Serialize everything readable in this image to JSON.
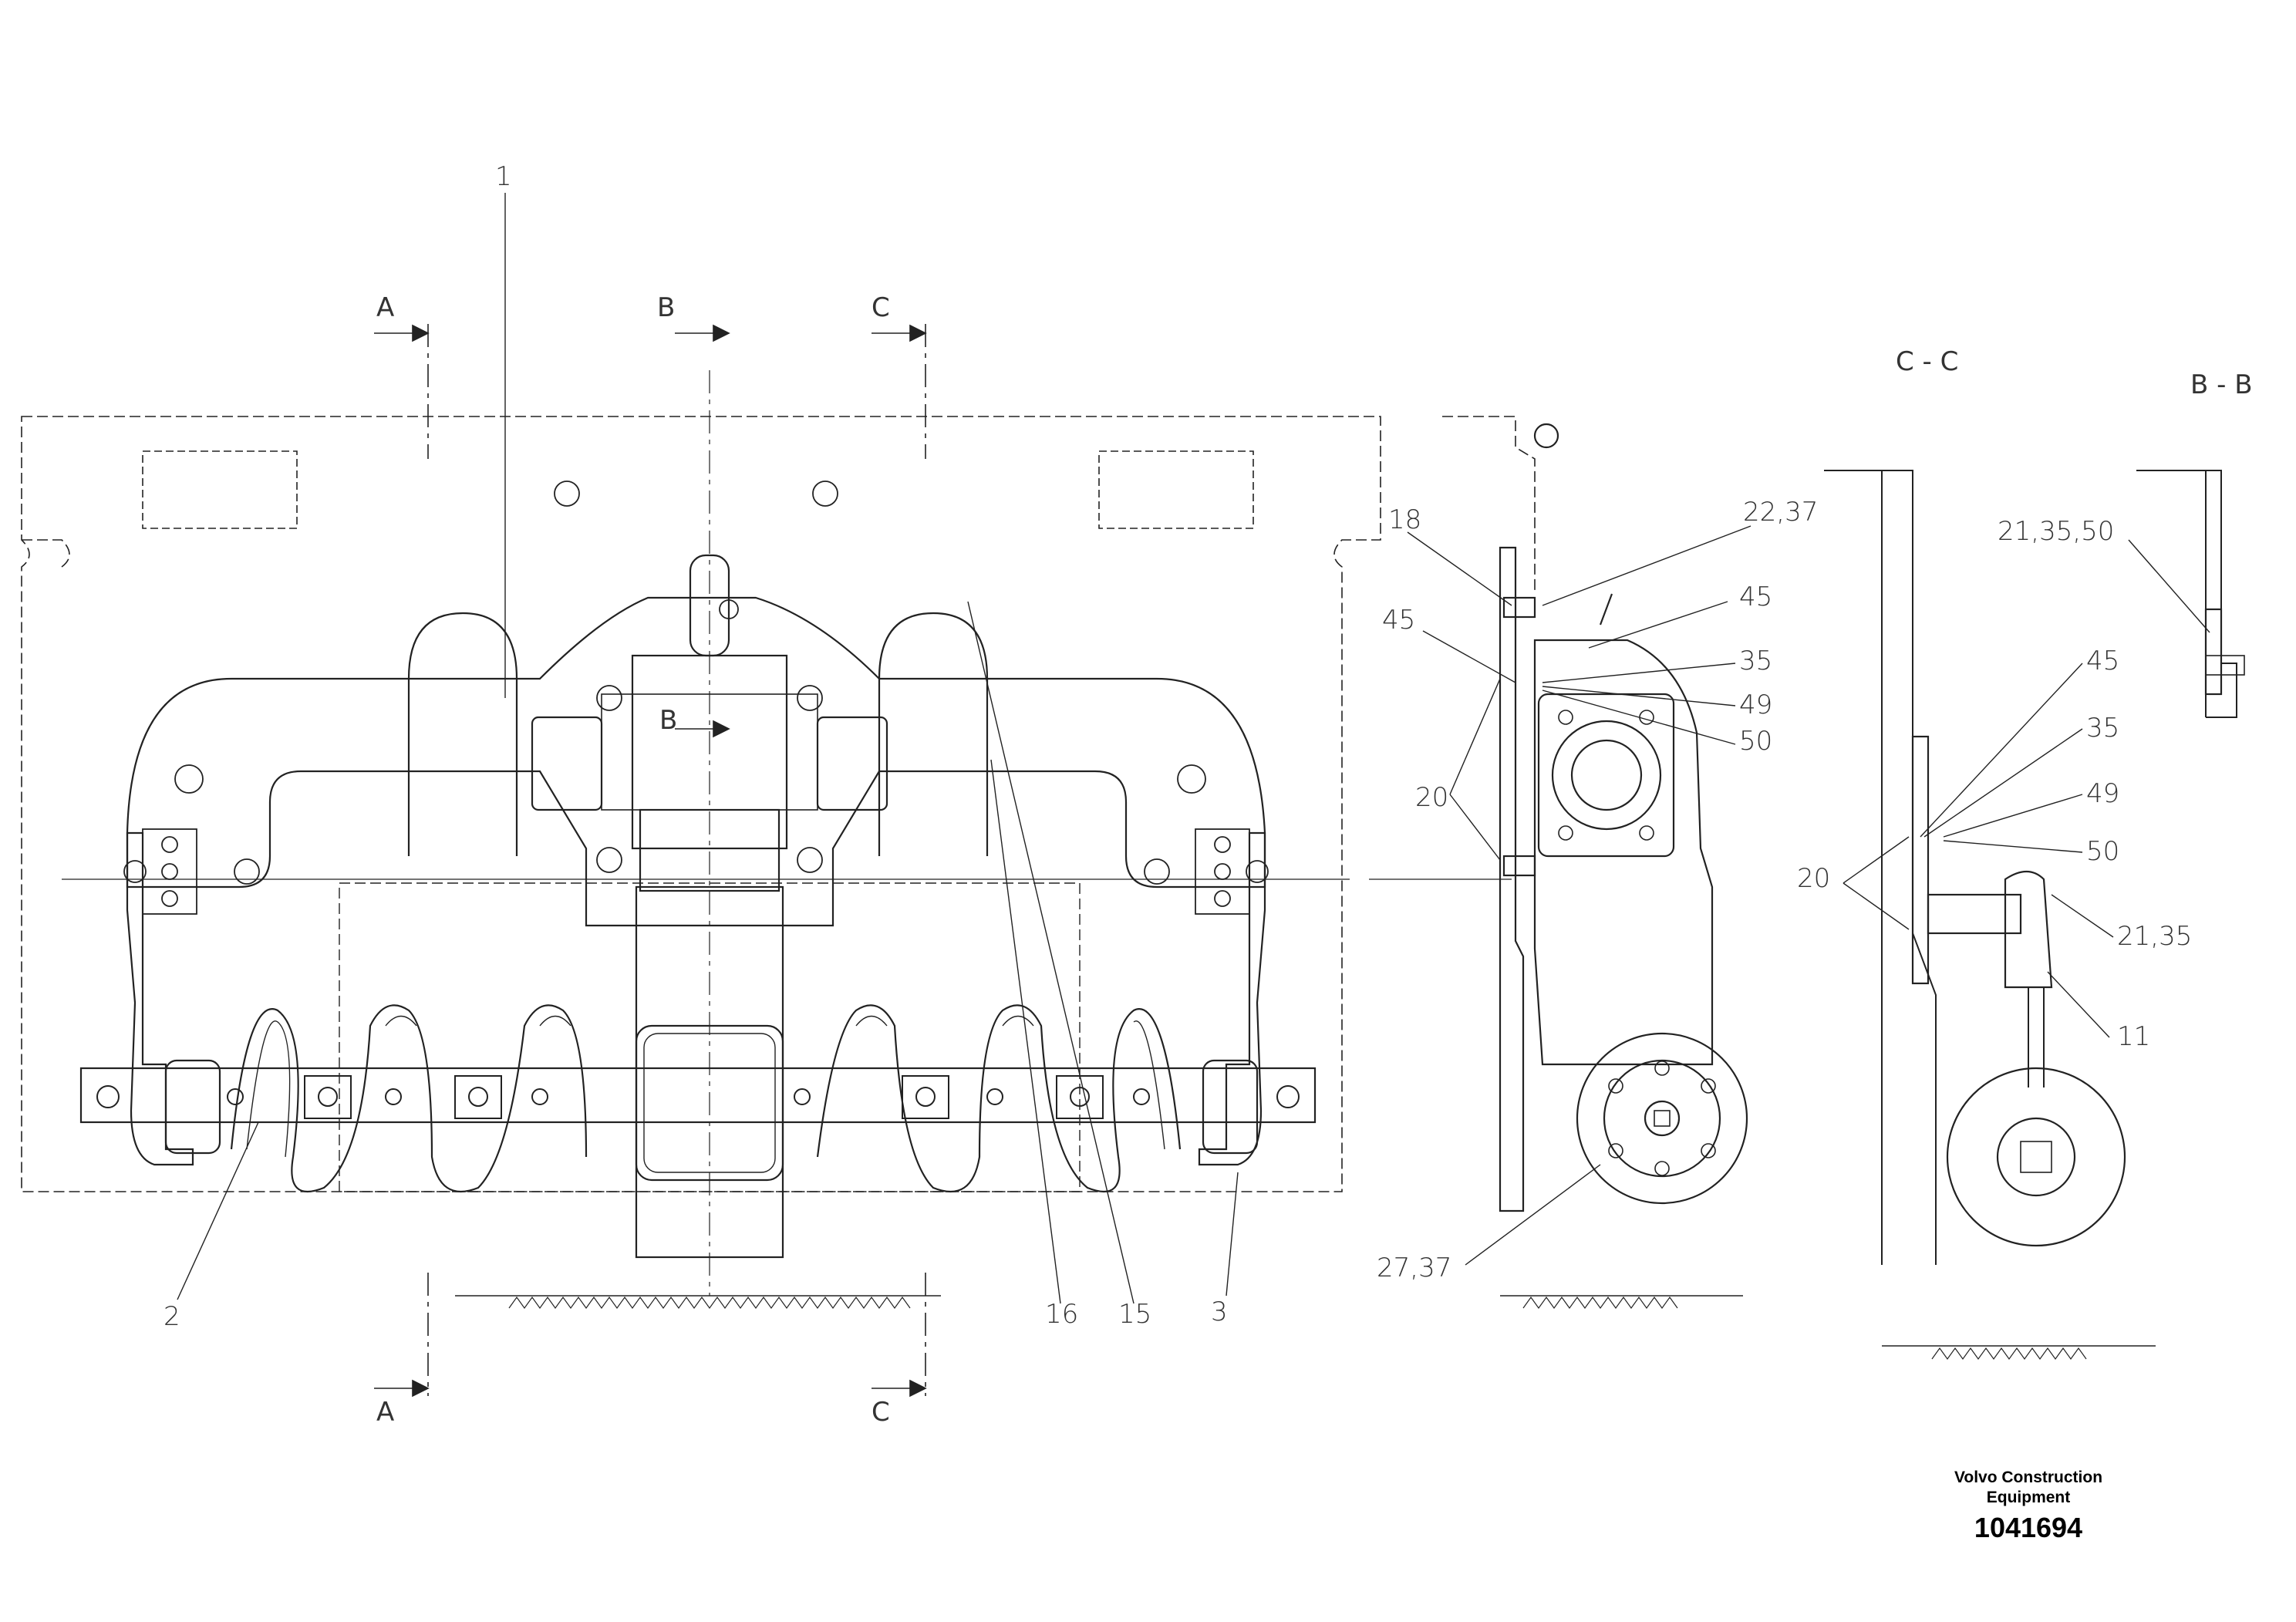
{
  "part_labels": {
    "p1": "1",
    "p2": "2",
    "p3": "3",
    "p15": "15",
    "p16": "16",
    "p18": "18",
    "p22_37": "22,37",
    "p45a": "45",
    "p45b": "45",
    "p35a": "35",
    "p49a": "49",
    "p50a": "50",
    "p20a": "20",
    "p27_37": "27,37",
    "p45c": "45",
    "p35b": "35",
    "p49b": "49",
    "p50b": "50",
    "p20b": "20",
    "p21_35": "21,35",
    "p11": "11",
    "p21_35_50": "21,35,50"
  },
  "section_markers": {
    "a_top": "A",
    "b_top": "B",
    "c_top": "C",
    "b_mid": "B",
    "a_bottom": "A",
    "c_bottom": "C",
    "view_cc": "C - C",
    "view_bb": "B - B"
  },
  "title_block": {
    "company_line1": "Volvo Construction",
    "company_line2": "Equipment",
    "document_number": "1041694"
  }
}
